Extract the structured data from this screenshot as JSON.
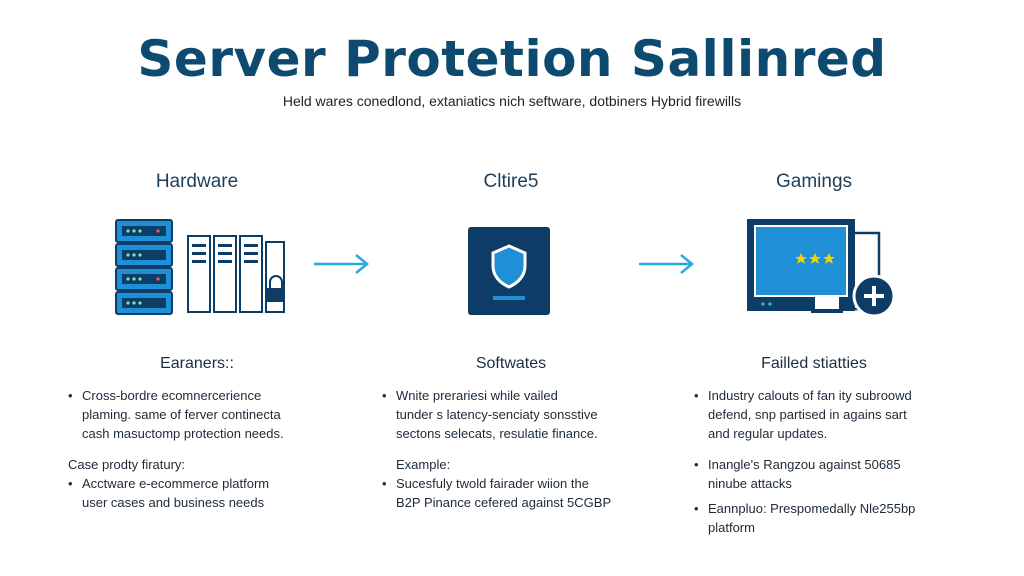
{
  "title": "Server Protetion Sallinred",
  "subtitle": "Held wares conedlond, extaniatics nich seftware, dotbiners Hybrid firewills",
  "colors": {
    "title": "#0d4a70",
    "navy": "#0d3d66",
    "accent_blue": "#1f8fd6",
    "arrow": "#29a8dc",
    "star": "#f5d000"
  },
  "columns": [
    {
      "heading": "Hardware",
      "icon": "server-rack-icon",
      "section_heading": "Earaners::",
      "items": [
        {
          "type": "bullet",
          "text": "Cross-bordre ecomnercerience"
        },
        {
          "type": "cont",
          "text": "plaming. same of ferver continecta"
        },
        {
          "type": "cont",
          "text": "cash masuctomp protection needs."
        },
        {
          "type": "gap"
        },
        {
          "type": "plain",
          "text": "Case prodty firatury:"
        },
        {
          "type": "bullet",
          "text": "Acctware e-ecommerce platform"
        },
        {
          "type": "cont",
          "text": "user cases and business needs"
        }
      ]
    },
    {
      "heading": "Cltire5",
      "icon": "shield-icon",
      "section_heading": "Softwates",
      "items": [
        {
          "type": "bullet",
          "text": "Wnite prerariesi while vailed"
        },
        {
          "type": "cont",
          "text": "tunder s latency-senciaty sonsstive"
        },
        {
          "type": "cont",
          "text": "sectons selecats, resulatie finance."
        },
        {
          "type": "gap"
        },
        {
          "type": "plain",
          "text": "Example:"
        },
        {
          "type": "bullet",
          "text": "Sucesfuly twold fairader wiion the"
        },
        {
          "type": "cont",
          "text": "B2P Pinance cefered against 5CGBP"
        }
      ]
    },
    {
      "heading": "Gamings",
      "icon": "monitor-add-icon",
      "section_heading": "Failled stiatties",
      "items": [
        {
          "type": "bullet",
          "text": "Industry calouts of fan ity subroowd"
        },
        {
          "type": "cont",
          "text": "defend, snp partised in agains sart"
        },
        {
          "type": "cont",
          "text": "and regular updates."
        },
        {
          "type": "gap"
        },
        {
          "type": "bullet",
          "text": "Inangle's Rangzou against 50685"
        },
        {
          "type": "cont",
          "text": "ninube attacks"
        },
        {
          "type": "gapsmall"
        },
        {
          "type": "bullet",
          "text": "Eannpluo: Prespomedally Nle255bp"
        },
        {
          "type": "cont",
          "text": "platform"
        }
      ]
    }
  ],
  "bullet_char": "•"
}
